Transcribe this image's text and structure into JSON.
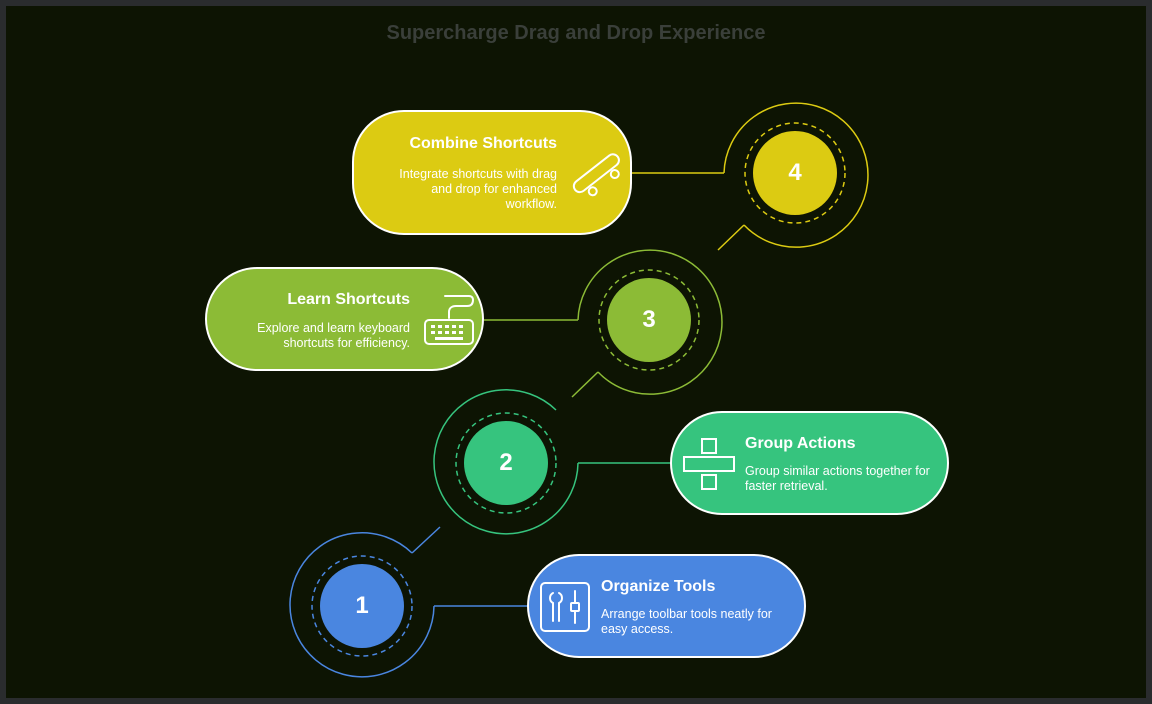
{
  "title": "Supercharge Drag and Drop Experience",
  "steps": [
    {
      "number": "1",
      "title": "Organize Tools",
      "description": "Arrange toolbar tools neatly for easy access.",
      "color": "#4a86e0",
      "icon": "tools-icon"
    },
    {
      "number": "2",
      "title": "Group Actions",
      "description": "Group similar actions together for faster retrieval.",
      "color": "#36c47e",
      "icon": "group-icon"
    },
    {
      "number": "3",
      "title": "Learn Shortcuts",
      "description": "Explore and learn keyboard shortcuts for efficiency.",
      "color": "#8cbb36",
      "icon": "keyboard-icon"
    },
    {
      "number": "4",
      "title": "Combine Shortcuts",
      "description": "Integrate shortcuts with drag and drop for enhanced workflow.",
      "color": "#dccb12",
      "icon": "skateboard-icon"
    }
  ]
}
